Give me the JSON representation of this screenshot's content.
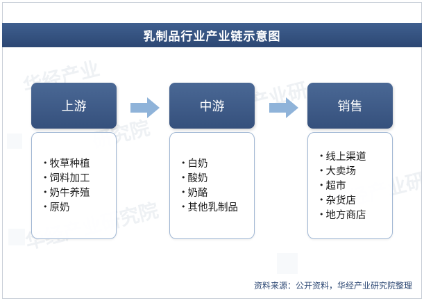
{
  "title": "乳制品行业产业链示意图",
  "stages": [
    {
      "label": "上游",
      "items": [
        "牧草种植",
        "饲料加工",
        "奶牛养殖",
        "原奶"
      ]
    },
    {
      "label": "中游",
      "items": [
        "白奶",
        "酸奶",
        "奶酪",
        "其他乳制品"
      ]
    },
    {
      "label": "销售",
      "items": [
        "线上渠道",
        "大卖场",
        "超市",
        "杂货店",
        "地方商店"
      ]
    }
  ],
  "source": "资料来源：公开资料，华经产业研究院整理",
  "colors": {
    "header_fill": "#3d5a88",
    "body_border": "#9fb6d3",
    "arrow_fill": "#8fb3d9"
  }
}
